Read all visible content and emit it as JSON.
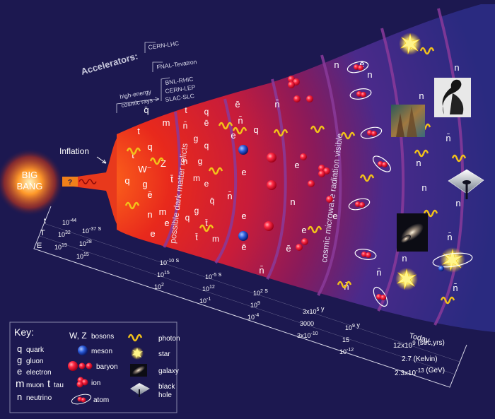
{
  "big_bang": "BIG\nBANG",
  "inflation_label": "Inflation",
  "accelerators": {
    "title": "Accelerators:",
    "items": [
      "CERN-LHC",
      "FNAL-Tevatron",
      "BNL-RHIC",
      "CERN-LEP",
      "SLAC-SLC"
    ],
    "cosmic": [
      "high-energy",
      "cosmic rays"
    ]
  },
  "band_labels": {
    "dark_matter": "possible dark matter relicts",
    "cmb": "cosmic microwave radiation visible"
  },
  "scale_row_labels": [
    "t",
    "T",
    "E"
  ],
  "scale_first": {
    "t": "10^-44",
    "T": "10^32",
    "E": "10^19"
  },
  "scale_second": {
    "t": "10^-37 s",
    "T": "10^28",
    "E": "10^15"
  },
  "timeline": [
    {
      "t": "10^-10 s",
      "T": "10^15",
      "E": "10^2"
    },
    {
      "t": "10^-5 s",
      "T": "10^12",
      "E": "10^-1"
    },
    {
      "t": "10^2 s",
      "T": "10^9",
      "E": "10^-4"
    },
    {
      "t": "3x10^5 y",
      "T": "3000",
      "E": "3x10^-10"
    },
    {
      "t": "10^9 y",
      "T": "15",
      "E": "10^-12"
    },
    {
      "t": "12x10^9 (sec,yrs)",
      "T": "2.7 (Kelvin)",
      "E": "2.3x10^-13 (GeV)"
    }
  ],
  "today_label": "Today",
  "particle_symbols": {
    "quark": "q",
    "antiquark": "q̄",
    "gluon": "g",
    "electron": "e",
    "antielectron": "ē",
    "muon": "m",
    "antimuon": "m̄",
    "tau": "t",
    "antitau": "t̄",
    "neutrino": "n",
    "antineutrino": "n̄",
    "W": "W",
    "Wminus": "W⁻",
    "Z": "Z"
  },
  "key": {
    "title": "Key:",
    "col1": [
      {
        "sym": "q",
        "label": "quark"
      },
      {
        "sym": "g",
        "label": "gluon"
      },
      {
        "sym": "e",
        "label": "electron"
      },
      {
        "sym": "m",
        "label": "muon",
        "sym2": "t",
        "label2": "tau"
      },
      {
        "sym": "n",
        "label": "neutrino"
      }
    ],
    "col2": [
      {
        "sym": "W, Z",
        "label": "bosons"
      },
      {
        "label": "meson"
      },
      {
        "label": "baryon"
      },
      {
        "label": "ion"
      },
      {
        "label": "atom"
      }
    ],
    "col3": [
      {
        "label": "photon"
      },
      {
        "label": "star"
      },
      {
        "label": "galaxy"
      },
      {
        "label": "black\nhole"
      }
    ]
  },
  "colors": {
    "background": "#1c1850",
    "hot": "#e8291c",
    "cool": "#2b2a8a",
    "ring": "#8a3a9a",
    "photon": "#f2c21a",
    "particle": "#e8243a"
  }
}
